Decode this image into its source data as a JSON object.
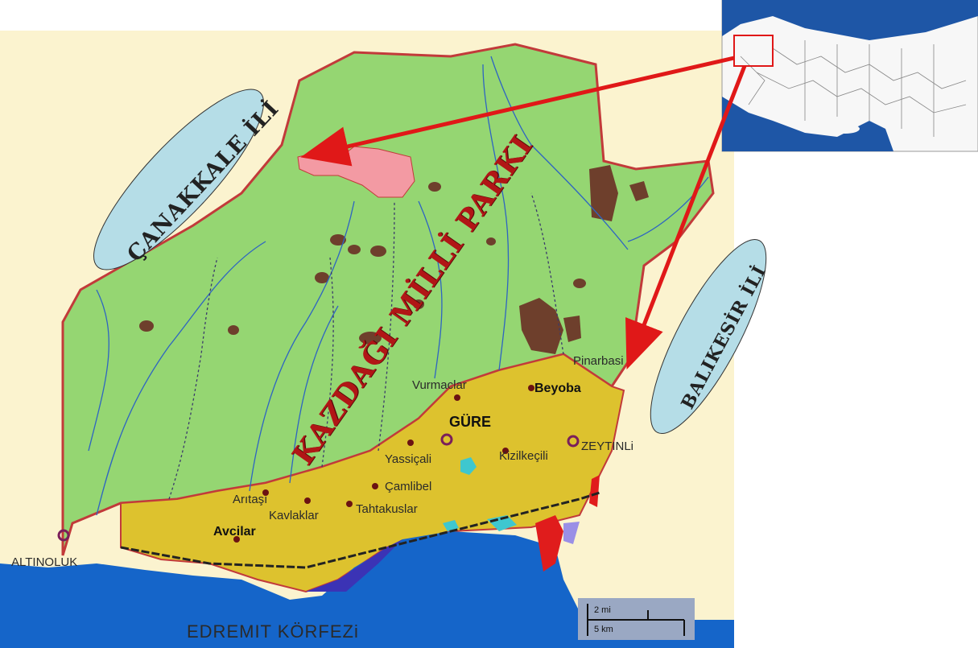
{
  "labels": {
    "park": "KAZDAĞI MİLLİ PARKI",
    "canakkale": "ÇANAKKALE İLİ",
    "balikesir": "BALIKESİR İLİ",
    "gulf": "EDREMIT KÖRFEZi",
    "towns": {
      "altinoluk": "ALTINOLUK",
      "avcilar": "Avcilar",
      "aritasi": "Arıtaşı",
      "kavlaklar": "Kavlaklar",
      "tahtakuslar": "Tahtakuslar",
      "camlibel": "Çamlibel",
      "yassicali": "Yassiçali",
      "gure": "GÜRE",
      "vurmaclar": "Vurmaclar",
      "kizilkecili": "Kizilkeçili",
      "beyoba": "Beyoba",
      "pinarbasi": "Pinarbasi",
      "zeytinli": "ZEYTINLi"
    }
  },
  "scale": {
    "miles": "2 mi",
    "km": "5 km"
  },
  "colors": {
    "background": "#fbf3cf",
    "forest": "#95d672",
    "agriculture": "#ddc22e",
    "sea": "#1565c9",
    "rock": "#6e3f2c",
    "settlement": "#f39aa3",
    "border": "#c23a3a",
    "arrow": "#e01818",
    "ellipse": "#b5dde7"
  },
  "icons": [
    "arrow-icon",
    "town-marker-icon",
    "inset-map"
  ]
}
